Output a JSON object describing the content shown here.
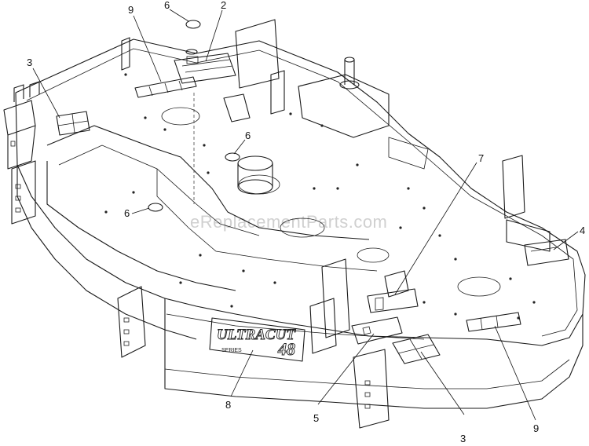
{
  "watermark": "eReplacementParts.com",
  "branding": {
    "name": "ULTRACUT",
    "size": "48",
    "series": "SERIES"
  },
  "callouts": [
    {
      "id": "c1",
      "label": "9"
    },
    {
      "id": "c2",
      "label": "6"
    },
    {
      "id": "c3",
      "label": "2"
    },
    {
      "id": "c4",
      "label": "3"
    },
    {
      "id": "c5",
      "label": "6"
    },
    {
      "id": "c6",
      "label": "6"
    },
    {
      "id": "c7",
      "label": "7"
    },
    {
      "id": "c8",
      "label": "4"
    },
    {
      "id": "c9",
      "label": "8"
    },
    {
      "id": "c10",
      "label": "5"
    },
    {
      "id": "c11",
      "label": "3"
    },
    {
      "id": "c12",
      "label": "9"
    }
  ]
}
